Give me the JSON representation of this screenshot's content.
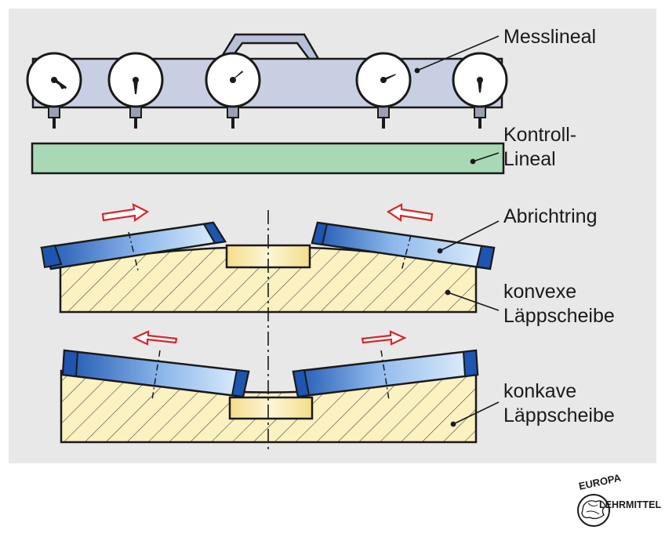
{
  "labels": {
    "messlineal": "Messlineal",
    "kontroll_line1": "Kontroll-",
    "kontroll_line2": "Lineal",
    "abrichtring": "Abrichtring",
    "konvexe_line1": "konvexe",
    "konvexe_line2": "Läppscheibe",
    "konkave_line1": "konkave",
    "konkave_line2": "Läppscheibe"
  },
  "logo": {
    "top_text": "EUROPA",
    "right_text": "LEHRMITTEL"
  },
  "colors": {
    "panel_bg": "#e8e8e9",
    "ruler_fill": "#c9cfe3",
    "control_ruler_fill": "#a8d9b4",
    "disc_fill": "#fbf1c1",
    "insert_fill": "#f5e3a0",
    "ring_blue_dark": "#1d55b0",
    "ring_blue_light": "#cfe6fb",
    "arrow_red": "#d8262b",
    "outline": "#1a1a1a"
  },
  "icons": [
    "dial-gauge-icon",
    "direction-arrow-icon",
    "europa-lehrmittel-logo"
  ]
}
